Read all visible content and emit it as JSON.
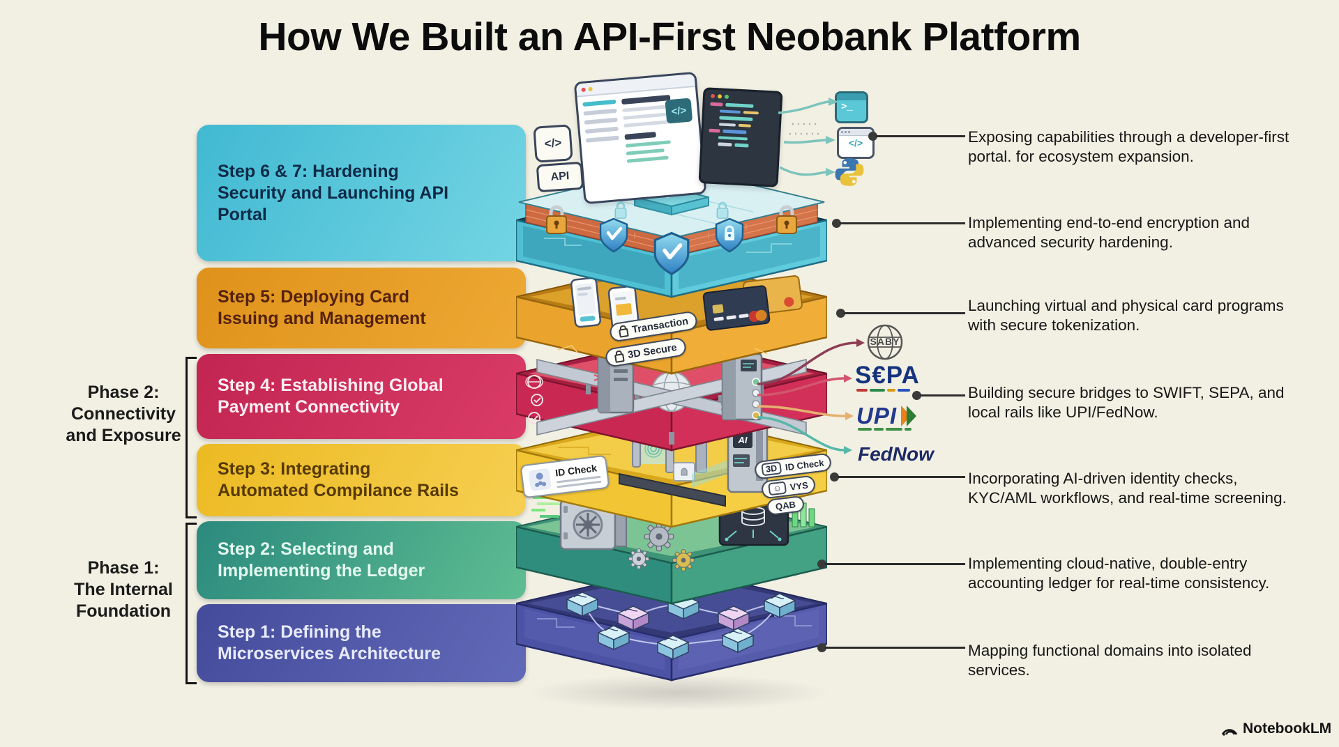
{
  "title": "How We Built an API-First Neobank Platform",
  "steps": [
    {
      "id": "6-7",
      "label": "Step 6 & 7: Hardening Security and Launching API Portal",
      "color": "#4fc3d9"
    },
    {
      "id": "5",
      "label": "Step 5: Deploying Card Issuing and Management",
      "color": "#e59a22"
    },
    {
      "id": "4",
      "label": "Step 4: Establishing Global Payment Connectivity",
      "color": "#cc2a5b"
    },
    {
      "id": "3",
      "label": "Step 3: Integrating Automated Compilance Rails",
      "color": "#f2c535"
    },
    {
      "id": "2",
      "label": "Step 2: Selecting and Implementing the Ledger",
      "color": "#3a9a84"
    },
    {
      "id": "1",
      "label": "Step 1: Defining the Microservices Architecture",
      "color": "#4f55a7"
    }
  ],
  "phases": [
    {
      "line1": "Phase 2:",
      "line2": "Connectivity",
      "line3": "and Exposure"
    },
    {
      "line1": "Phase 1:",
      "line2": "The Internal",
      "line3": "Foundation"
    }
  ],
  "annotations": [
    "Exposing capabilities through a developer-first portal. for ecosystem expansion.",
    "Implementing end-to-end encryption and advanced security hardening.",
    "Launching virtual and physical card programs with secure tokenization.",
    "Building secure bridges to SWIFT, SEPA, and local rails like UPI/FedNow.",
    "Incorporating AI-driven identity checks, KYC/AML workflows, and real-time screening.",
    "Implementing cloud-native, double-entry accounting ledger for real-time consistency.",
    "Mapping functional domains into isolated services."
  ],
  "stack": {
    "card_layer": {
      "pill1": "Transaction",
      "pill2": "3D Secure"
    },
    "compliance_layer": {
      "id_card": "ID Check",
      "pill_3d": "3D",
      "pill_id": "ID Check",
      "pill_vys": "VYS",
      "pill_qab": "QAB",
      "ai": "AI"
    }
  },
  "dev_icons": {
    "code_badge": "</>",
    "api_badge": "API",
    "terminal_glyph": ">_",
    "code_window_glyph": "</>"
  },
  "payment_networks": {
    "swift": "SABY",
    "sepa": "S€PA",
    "upi": "UPI",
    "fednow": "FedNow"
  },
  "footer": {
    "brand": "NotebookLM"
  },
  "palette": {
    "background": "#f2f0e3",
    "ink": "#0c0c0c",
    "connector": "#2c2c2c",
    "arrow_swift": "#8e3d56",
    "arrow_sepa": "#d2566e",
    "arrow_upi": "#e5b070",
    "arrow_fednow": "#56b8a8",
    "security_teal": "#4fc0d4",
    "cards_orange": "#eaa32c",
    "payments_crimson": "#c92852",
    "compliance_yellow": "#f2c534",
    "ledger_green": "#3a9a84",
    "micro_indigo": "#4d53a4"
  }
}
